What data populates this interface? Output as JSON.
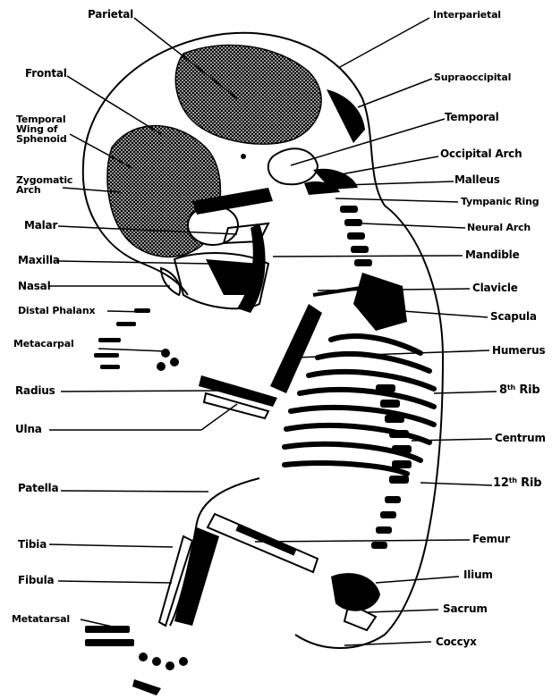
{
  "labels": {
    "parietal": "Parietal",
    "interparietal": "Interparietal",
    "frontal": "Frontal",
    "supraoccipital": "Supraoccipital",
    "temporal_wing_sphenoid": "Temporal Wing of Sphenoid",
    "temporal": "Temporal",
    "occipital_arch": "Occipital Arch",
    "zygomatic_arch": "Zygomatic Arch",
    "malleus": "Malleus",
    "tympanic_ring": "Tympanic Ring",
    "malar": "Malar",
    "neural_arch": "Neural Arch",
    "mandible": "Mandible",
    "maxilla": "Maxilla",
    "nasal": "Nasal",
    "clavicle": "Clavicle",
    "distal_phalanx": "Distal Phalanx",
    "scapula": "Scapula",
    "metacarpal": "Metacarpal",
    "humerus": "Humerus",
    "radius": "Radius",
    "rib8_num": "8",
    "rib8_sup": "th",
    "rib8_word": "Rib",
    "ulna": "Ulna",
    "centrum": "Centrum",
    "rib12_num": "12",
    "rib12_sup": "th",
    "rib12_word": "Rib",
    "patella": "Patella",
    "femur": "Femur",
    "tibia": "Tibia",
    "ilium": "Ilium",
    "fibula": "Fibula",
    "sacrum": "Sacrum",
    "metatarsal": "Metatarsal",
    "coccyx": "Coccyx"
  },
  "colors": {
    "ink": "#000000",
    "paper": "#ffffff",
    "shade": "#1a1a1a"
  }
}
